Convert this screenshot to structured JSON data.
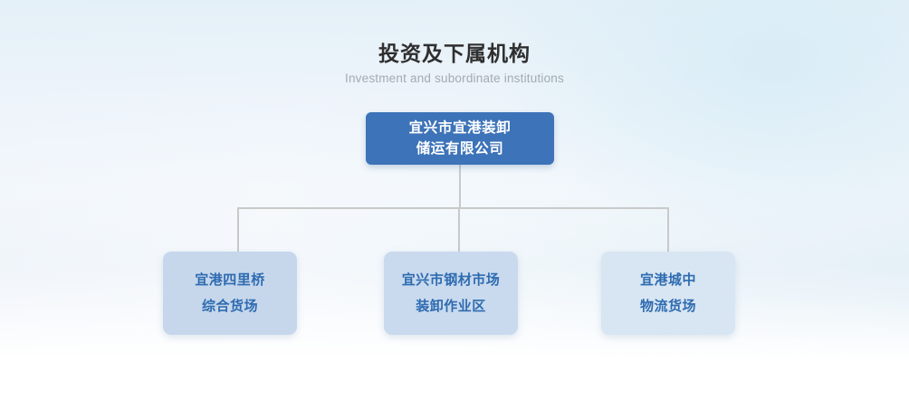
{
  "page": {
    "background_top_left": "#eff4fa",
    "background_top_right": "#e2eef6",
    "background_bottom": "#ffffff"
  },
  "heading": {
    "title": "投资及下属机构",
    "subtitle": "Investment and subordinate institutions",
    "title_color": "#2f2f2f",
    "subtitle_color": "#a2aab3"
  },
  "chart_data": {
    "type": "diagram",
    "diagram_kind": "organization-chart",
    "orientation": "top-down",
    "levels": 2,
    "root": {
      "label": "宜兴市宜港装卸\n储运有限公司",
      "fill": "#3d73b8",
      "text_color": "#ffffff"
    },
    "children": [
      {
        "label": "宜港四里桥\n综合货场",
        "fill": "#c6d7ec",
        "text_color": "#2e6bb0"
      },
      {
        "label": "宜兴市钢材市场\n装卸作业区",
        "fill": "#c9daee",
        "text_color": "#2e6bb0"
      },
      {
        "label": "宜港城中\n物流货场",
        "fill": "#d8e6f3",
        "text_color": "#2e6bb0"
      }
    ],
    "connector_color": "#c9c9c9"
  }
}
